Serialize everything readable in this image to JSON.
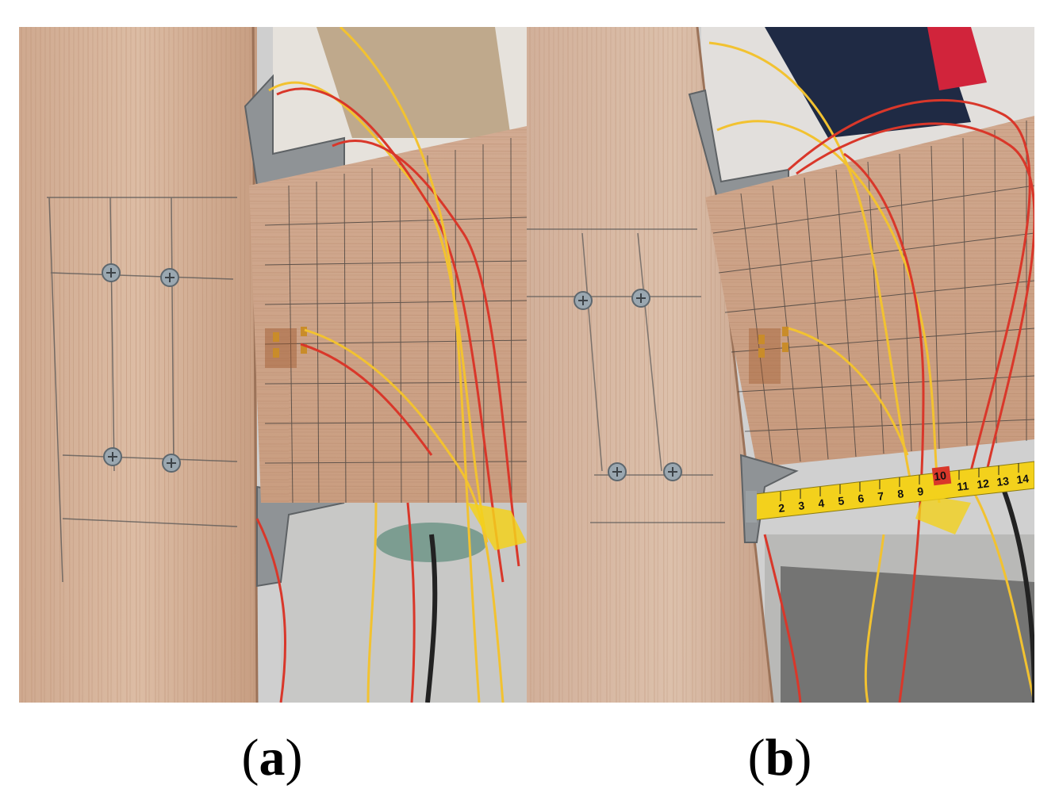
{
  "figure": {
    "panels": [
      {
        "id": "a",
        "caption_open": "(",
        "caption_letter": "a",
        "caption_close": ")"
      },
      {
        "id": "b",
        "caption_open": "(",
        "caption_letter": "b",
        "caption_close": ")",
        "tape_marks": [
          "2",
          "3",
          "4",
          "5",
          "6",
          "7",
          "8",
          "9",
          "10",
          "11",
          "12",
          "13",
          "14"
        ]
      }
    ]
  },
  "colors": {
    "wood_light": "#d9b9a0",
    "wood_mid": "#c69a7e",
    "wood_dark": "#a87a5f",
    "wire_yellow": "#f2c230",
    "wire_red": "#d9372a",
    "steel": "#8f9396",
    "tape_yellow": "#f3d11c",
    "background_floor": "#cfcfcf"
  }
}
